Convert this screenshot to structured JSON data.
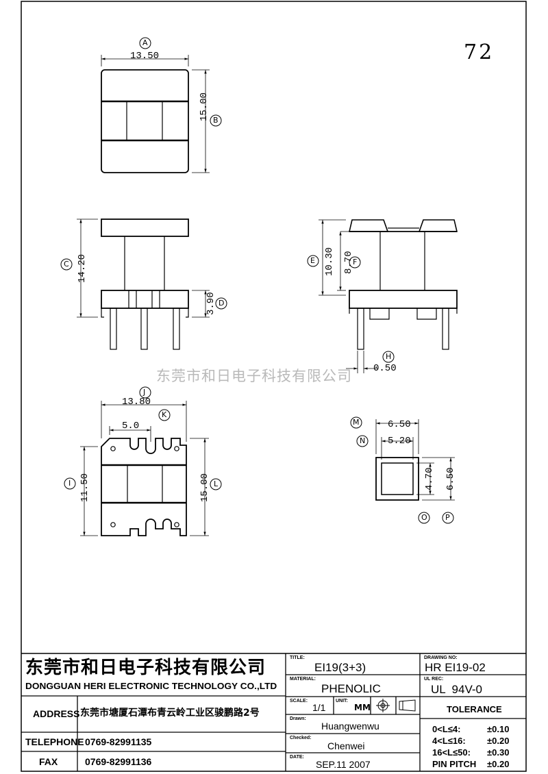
{
  "page_number": "72",
  "watermark": "东莞市和日电子科技有限公司",
  "dims": {
    "A": "13.50",
    "B": "15.00",
    "C": "14.20",
    "D": "3.90",
    "E": "10.30",
    "F": "8.70",
    "H": "0.50",
    "J": "13.80",
    "K": "5.0",
    "I": "11.50",
    "L": "15.00",
    "M": "6.50",
    "N": "5.20",
    "O": "4.70",
    "P": "6.50"
  },
  "markers": [
    "A",
    "B",
    "C",
    "D",
    "E",
    "F",
    "H",
    "J",
    "K",
    "I",
    "L",
    "M",
    "N",
    "O",
    "P"
  ],
  "company": {
    "name_cn": "东莞市和日电子科技有限公司",
    "name_en": "DONGGUAN HERI ELECTRONIC TECHNOLOGY CO.,LTD"
  },
  "info": {
    "address_label": "ADDRESS",
    "address_value": "东莞市塘厦石潭布青云岭工业区骏鹏路2号",
    "telephone_label": "TELEPHONE",
    "telephone_value": "0769-82991135",
    "fax_label": "FAX",
    "fax_value": "0769-82991136"
  },
  "title_block": {
    "title_label": "TITLE:",
    "title_value": "EI19(3+3)",
    "material_label": "MATERIAL:",
    "material_value": "PHENOLIC",
    "scale_label": "SCALE:",
    "scale_value": "1/1",
    "unit_label": "UNIT:",
    "unit_value": "MM",
    "drawn_label": "Drawn:",
    "drawn_value": "Huangwenwu",
    "checked_label": "Checked:",
    "checked_value": "Chenwei",
    "date_label": "DATE:",
    "date_value": "SEP.11 2007",
    "drawing_no_label": "DRAWING NO:",
    "drawing_no_value": "HR EI19-02",
    "ul_rec_label": "UL REC:",
    "ul_value": "UL  94V-0",
    "tolerance_label": "TOLERANCE",
    "tolerances": [
      {
        "range": "0<L≤4:",
        "value": "±0.10"
      },
      {
        "range": "4<L≤16:",
        "value": "±0.20"
      },
      {
        "range": "16<L≤50:",
        "value": "±0.30"
      },
      {
        "range": "PIN PITCH",
        "value": "±0.20"
      }
    ]
  }
}
